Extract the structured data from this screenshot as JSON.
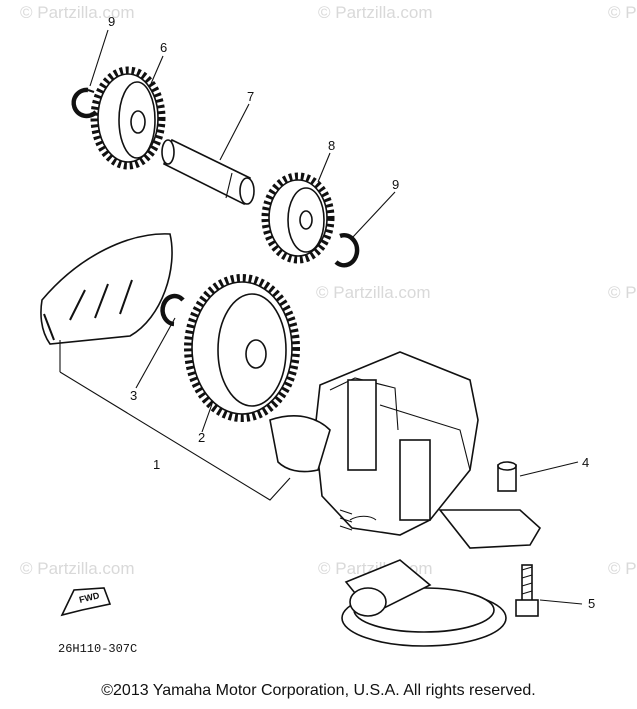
{
  "watermark": "© Partzilla.com",
  "callouts": {
    "c9a": "9",
    "c6": "6",
    "c7": "7",
    "c8": "8",
    "c9b": "9",
    "c3": "3",
    "c2": "2",
    "c1": "1",
    "c4": "4",
    "c5": "5"
  },
  "fwd_label": "FWD",
  "diagram_code": "26H110-307C",
  "copyright": "©2013  Yamaha Motor Corporation, U.S.A. All rights reserved.",
  "colors": {
    "ink": "#111111",
    "watermark": "#d9d9d9",
    "background": "#ffffff"
  }
}
